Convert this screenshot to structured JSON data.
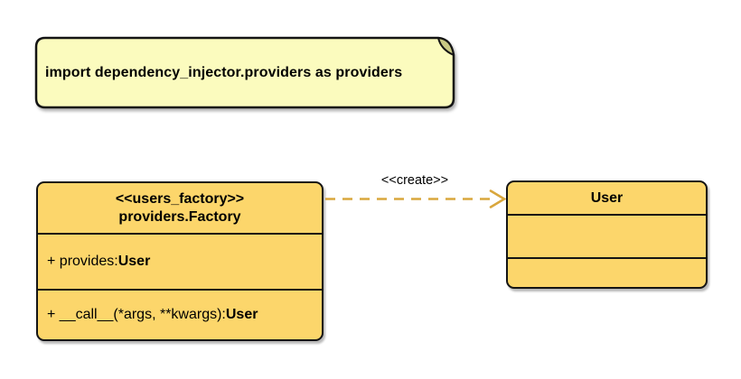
{
  "note": {
    "text": "import dependency_injector.providers as providers"
  },
  "factory_class": {
    "stereotype": "<<users_factory>>",
    "name": "providers.Factory",
    "attribute_prefix": "+ provides: ",
    "attribute_type": "User",
    "method_prefix": "+ __call__(*args, **kwargs): ",
    "method_type": "User"
  },
  "user_class": {
    "name": "User"
  },
  "relation": {
    "label": "<<create>>"
  },
  "colors": {
    "background": "#FFFFFF",
    "note_fill": "#FBFBBE",
    "class_fill": "#FCD66B",
    "border": "#141414",
    "arrow": "#D9A73D",
    "text": "#000000",
    "fold_shadow": "#C9C983"
  }
}
